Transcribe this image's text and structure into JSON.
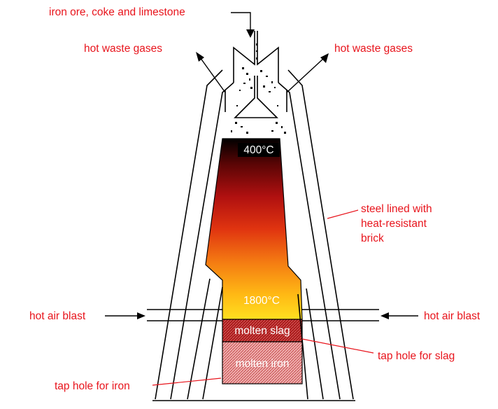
{
  "labels": {
    "feed": "iron ore, coke and limestone",
    "waste_left": "hot waste gases",
    "waste_right": "hot waste gases",
    "lining_line1": "steel lined with",
    "lining_line2": "heat-resistant",
    "lining_line3": "brick",
    "air_left": "hot air blast",
    "air_right": "hot air blast",
    "tap_slag": "tap hole for slag",
    "tap_iron": "tap hole for iron"
  },
  "zones": {
    "top_temp": "400°C",
    "bottom_temp": "1800°C",
    "slag": "molten slag",
    "iron": "molten iron"
  },
  "colors": {
    "label": "#e8141c",
    "gradient": [
      "#000000",
      "#5a0505",
      "#b01010",
      "#e03410",
      "#f47a12",
      "#ffb814",
      "#ffe020"
    ],
    "slag": "#a81818",
    "iron": "#f0a8a8"
  }
}
